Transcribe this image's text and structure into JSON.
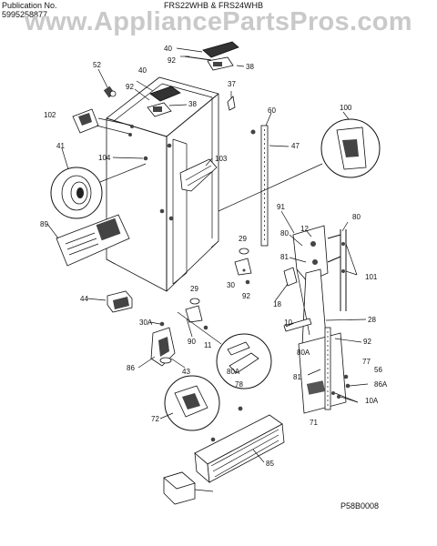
{
  "header": {
    "publication_label": "Publication No.",
    "publication_number": "5995258877",
    "models": "FRS22WHB & FRS24WHB"
  },
  "watermark": "www.AppliancePartsPros.com",
  "diagram_code": "P58B0008",
  "callouts": [
    "40",
    "92",
    "38",
    "52",
    "40",
    "92",
    "38",
    "37",
    "102",
    "60",
    "47",
    "100",
    "41",
    "104",
    "103",
    "89",
    "91",
    "12",
    "80",
    "80",
    "29",
    "81",
    "30",
    "92",
    "44",
    "29",
    "18",
    "101",
    "10",
    "28",
    "30A",
    "90",
    "80A",
    "92",
    "11",
    "77",
    "56",
    "43",
    "86",
    "80A",
    "81",
    "86A",
    "78",
    "10A",
    "71",
    "72",
    "85"
  ]
}
